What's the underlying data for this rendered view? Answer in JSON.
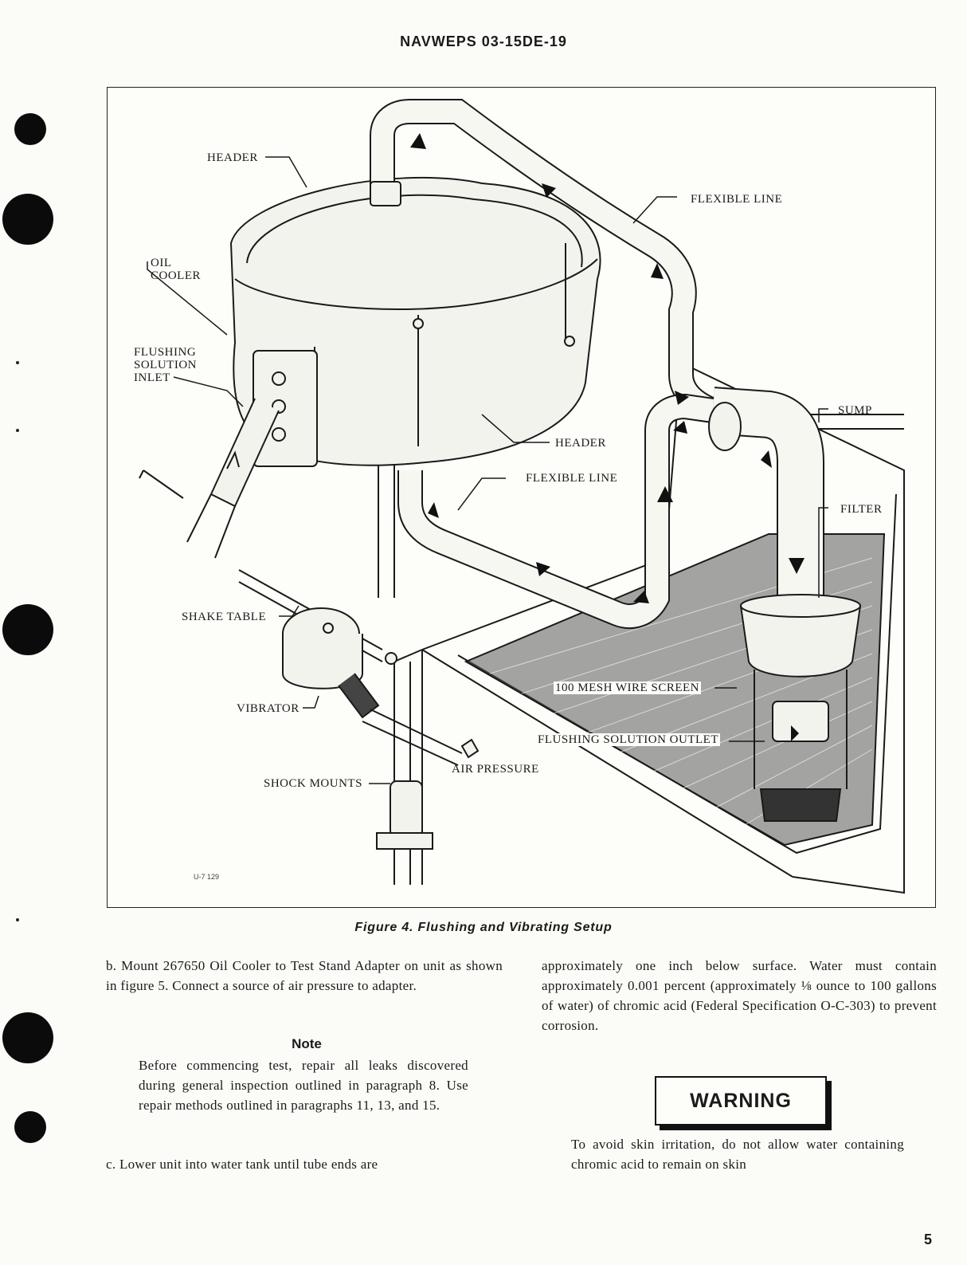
{
  "document": {
    "header": "NAVWEPS 03-15DE-19",
    "page_number": "5"
  },
  "figure": {
    "caption": "Figure 4.  Flushing and Vibrating Setup",
    "code": "U-7 129",
    "labels": {
      "header_top": "HEADER",
      "flexible_line_top": "FLEXIBLE LINE",
      "oil_cooler": "OIL\nCOOLER",
      "flushing_inlet": "FLUSHING\nSOLUTION\nINLET",
      "header_bottom": "HEADER",
      "sump": "SUMP",
      "flexible_line_bottom": "FLEXIBLE LINE",
      "filter": "FILTER",
      "shake_table": "SHAKE TABLE",
      "mesh_screen": "100 MESH WIRE SCREEN",
      "vibrator": "VIBRATOR",
      "flushing_outlet": "FLUSHING SOLUTION OUTLET",
      "air_pressure": "AIR PRESSURE",
      "shock_mounts": "SHOCK MOUNTS"
    }
  },
  "body": {
    "para_b": "b. Mount 267650 Oil Cooler to Test Stand Adapter on unit as shown in figure 5. Connect a source of air pressure to adapter.",
    "note_title": "Note",
    "note_text": "Before commencing test, repair all leaks discovered during general inspection outlined in paragraph 8. Use repair methods outlined in paragraphs 11, 13, and 15.",
    "para_c": "c. Lower unit into water tank until tube ends are",
    "para_right": "approximately one inch below surface. Water must contain approximately 0.001 percent (approximately ⅛ ounce to 100 gallons of water) of chromic acid (Federal Specification O-C-303) to prevent corrosion.",
    "warning_title": "WARNING",
    "warning_text": "To avoid skin irritation, do not allow water containing chromic acid to remain on skin"
  }
}
